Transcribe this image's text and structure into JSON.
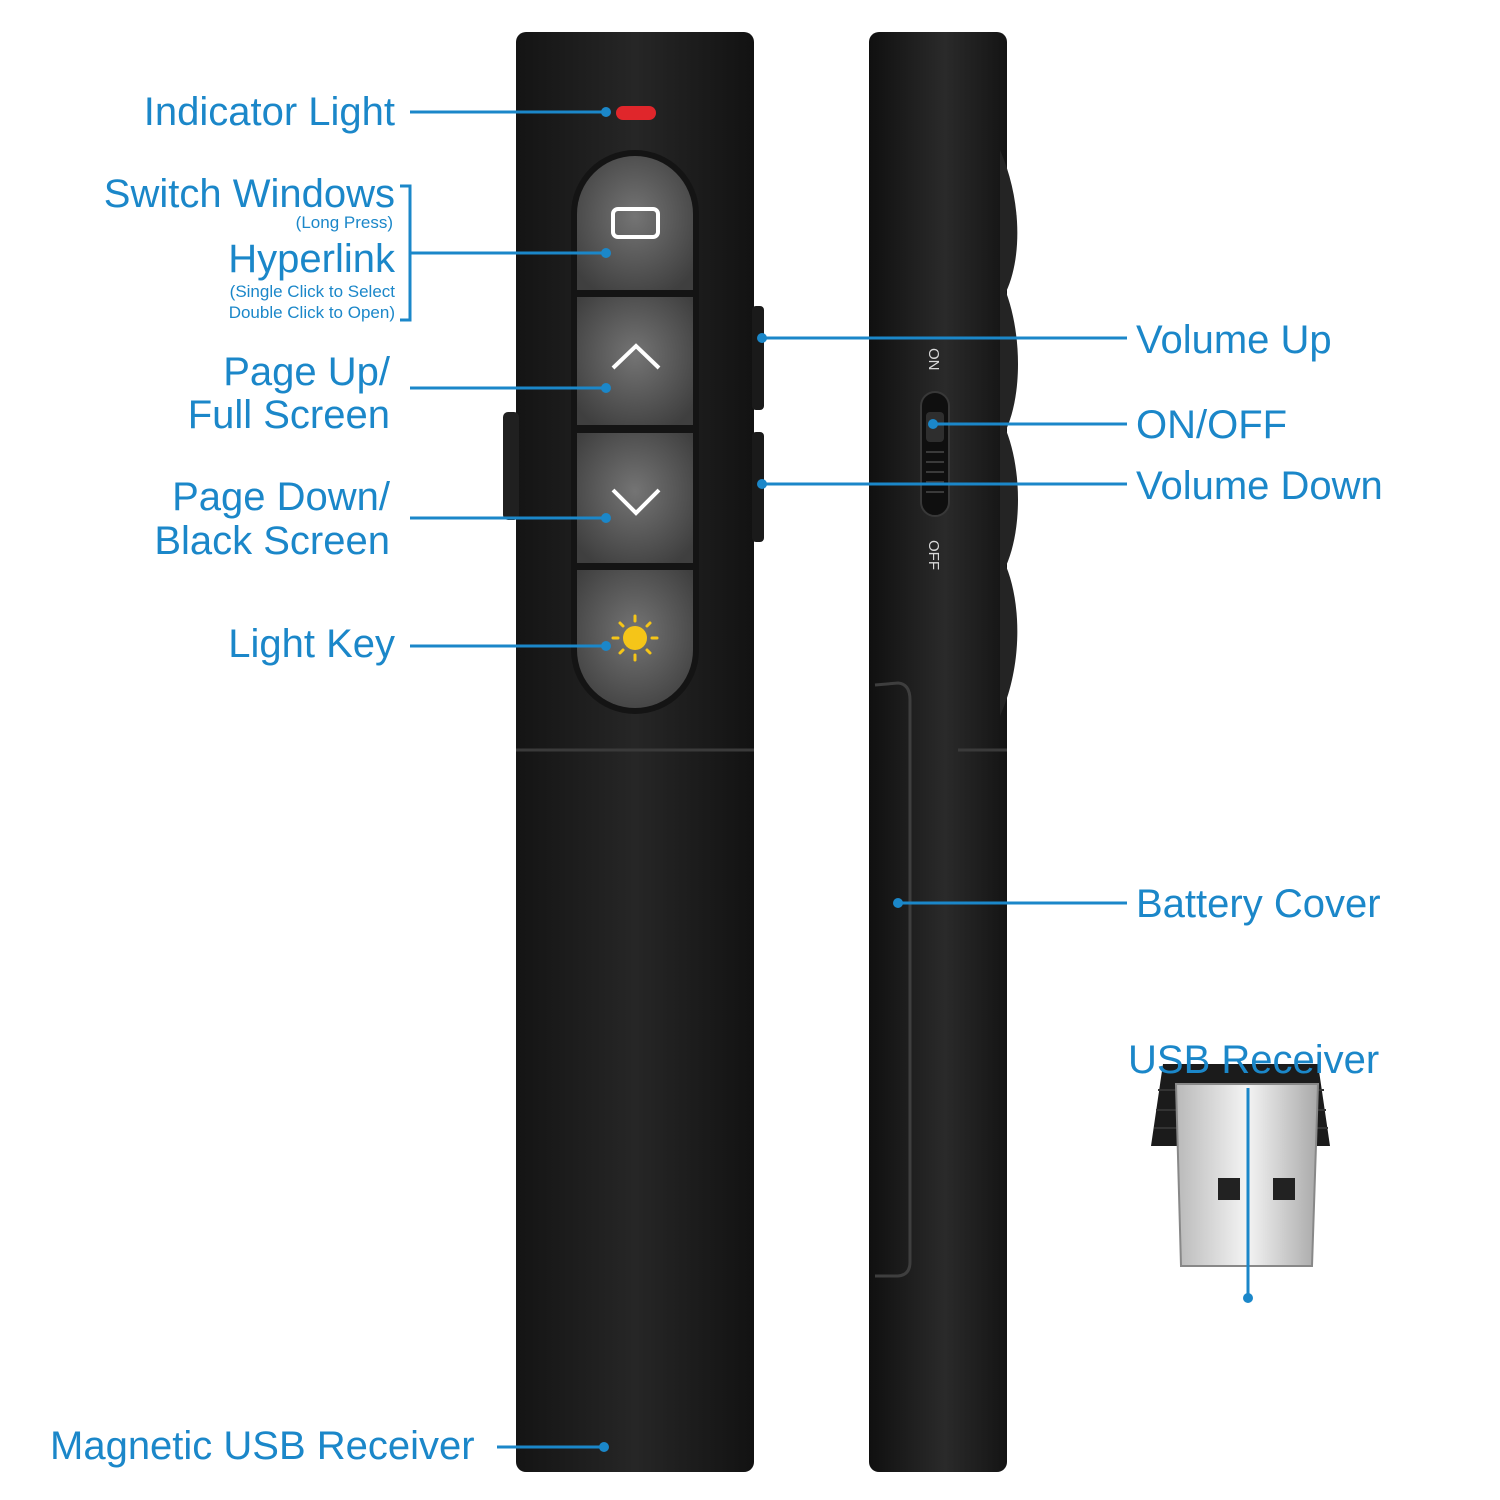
{
  "colors": {
    "label": "#1b87c9",
    "body": "#1e1e1e",
    "button": "#595959",
    "indicator": "#e0262b",
    "sun": "#f5c518"
  },
  "labels": {
    "indicator_light": "Indicator Light",
    "switch_windows": "Switch Windows",
    "long_press": "(Long Press)",
    "hyperlink": "Hyperlink",
    "single_click": "(Single Click to Select",
    "double_click": "Double Click to Open)",
    "page_up_1": "Page Up/",
    "page_up_2": "Full Screen",
    "page_down_1": "Page Down/",
    "page_down_2": "Black Screen",
    "light_key": "Light Key",
    "magnetic_usb": "Magnetic USB Receiver",
    "volume_up": "Volume Up",
    "on_off": "ON/OFF",
    "volume_down": "Volume Down",
    "battery_cover": "Battery Cover",
    "usb_receiver": "USB Receiver"
  },
  "switch_marks": {
    "on": "ON",
    "off": "OFF"
  },
  "icons": [
    "window-icon",
    "chevron-up-icon",
    "chevron-down-icon",
    "sun-icon"
  ]
}
